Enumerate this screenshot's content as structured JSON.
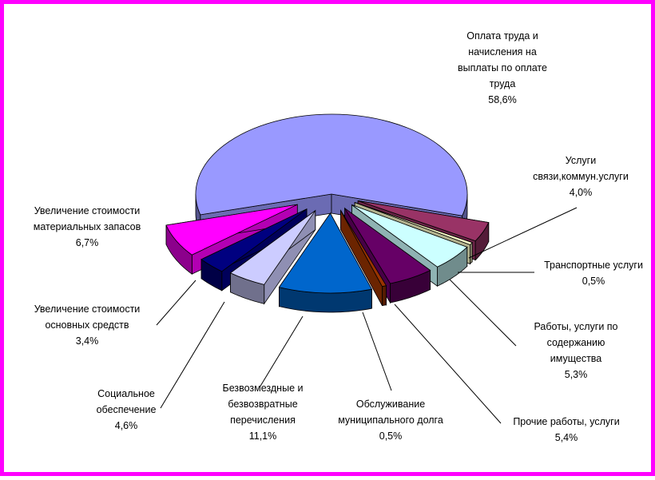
{
  "chart_data": {
    "type": "pie",
    "title": "",
    "colors": {
      "frame": "#ff00ff"
    },
    "slices": [
      {
        "lines": [
          "Оплата труда и",
          "начисления на",
          "выплаты по оплате",
          "труда"
        ],
        "value": "58,6%",
        "percent": 58.6,
        "color": "#9999ff"
      },
      {
        "lines": [
          "Услуги",
          "связи,коммун.услуги"
        ],
        "value": "4,0%",
        "percent": 4.0,
        "color": "#993366"
      },
      {
        "lines": [
          "Транспортные услуги"
        ],
        "value": "0,5%",
        "percent": 0.5,
        "color": "#ffffcc"
      },
      {
        "lines": [
          "Работы, услуги по",
          "содержанию",
          "имущества"
        ],
        "value": "5,3%",
        "percent": 5.3,
        "color": "#ccffff"
      },
      {
        "lines": [
          "Прочие работы, услуги"
        ],
        "value": "5,4%",
        "percent": 5.4,
        "color": "#660066"
      },
      {
        "lines": [
          "Обслуживание",
          "муниципального долга"
        ],
        "value": "0,5%",
        "percent": 0.5,
        "color": "#993300"
      },
      {
        "lines": [
          "Безвозмездные и",
          "безвозвратные",
          "перечисления"
        ],
        "value": "11,1%",
        "percent": 11.1,
        "color": "#0066cc"
      },
      {
        "lines": [
          "Социальное",
          "обеспечение"
        ],
        "value": "4,6%",
        "percent": 4.6,
        "color": "#ccccff"
      },
      {
        "lines": [
          "Увеличение стоимости",
          "основных средств"
        ],
        "value": "3,4%",
        "percent": 3.4,
        "color": "#000080"
      },
      {
        "lines": [
          "Увеличение стоимости",
          "материальных запасов"
        ],
        "value": "6,7%",
        "percent": 6.7,
        "color": "#ff00ff"
      }
    ]
  }
}
